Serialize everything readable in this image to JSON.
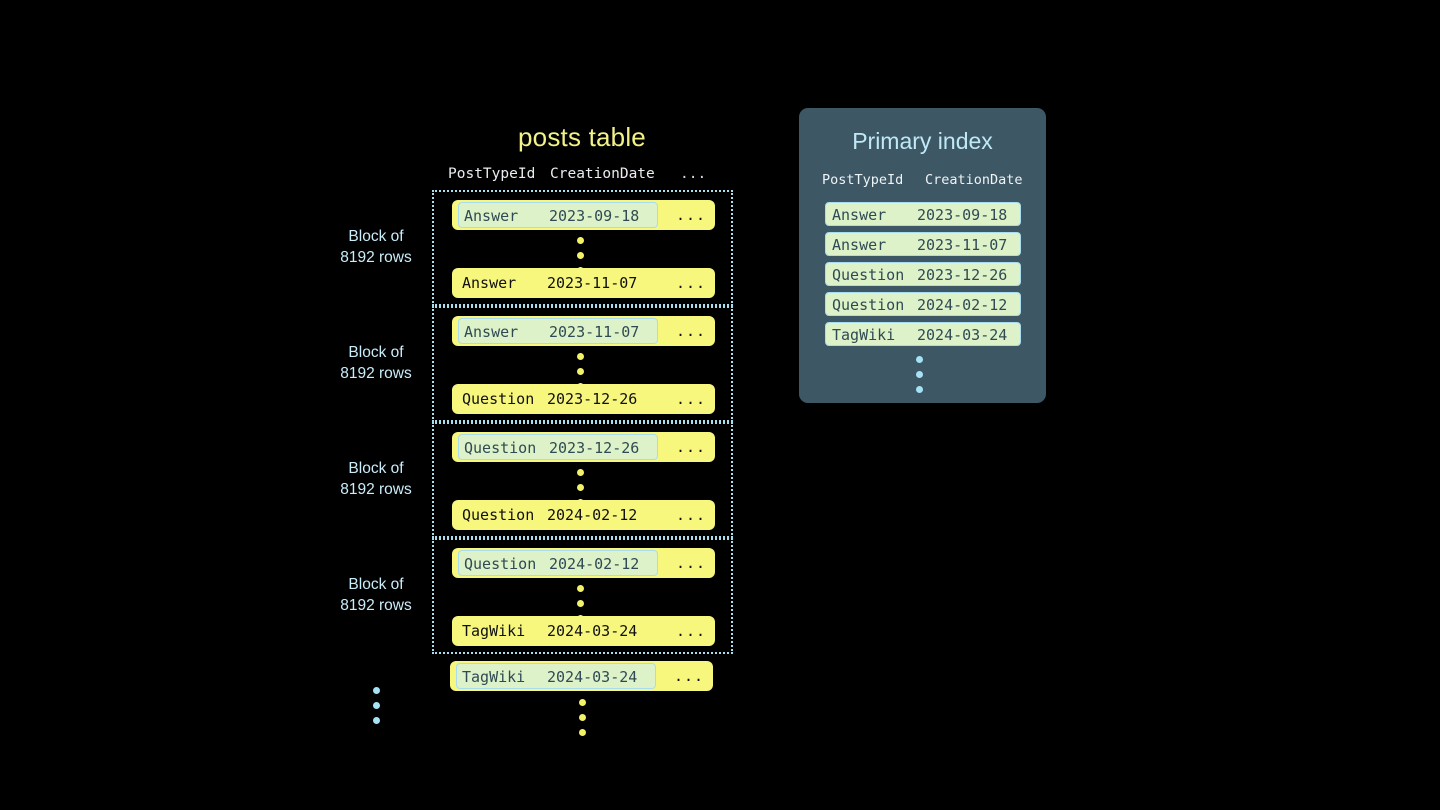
{
  "theme": {
    "background": "#000000",
    "row_yellow": "#f7f77e",
    "chip_green": "#ddf2c8",
    "chip_border_blue": "#a9dcee",
    "panel_slate": "#3e5764",
    "title_yellow": "#f2f288",
    "label_blue": "#c9edfa",
    "dot_yellow": "#f2f26a",
    "dot_blue": "#a5e2f5"
  },
  "posts_table": {
    "title": "posts table",
    "columns": {
      "post_type_id": "PostTypeId",
      "creation_date": "CreationDate",
      "more": "..."
    },
    "block_label": "Block of\n8192 rows",
    "block_label_line1": "Block of",
    "block_label_line2": "8192 rows",
    "blocks": [
      {
        "label_line1": "Block of",
        "label_line2": "8192 rows",
        "first_row": {
          "post_type_id": "Answer",
          "creation_date": "2023-09-18",
          "more": "...",
          "highlighted": true
        },
        "last_row": {
          "post_type_id": "Answer",
          "creation_date": "2023-11-07",
          "more": "...",
          "highlighted": false
        }
      },
      {
        "label_line1": "Block of",
        "label_line2": "8192 rows",
        "first_row": {
          "post_type_id": "Answer",
          "creation_date": "2023-11-07",
          "more": "...",
          "highlighted": true
        },
        "last_row": {
          "post_type_id": "Question",
          "creation_date": "2023-12-26",
          "more": "...",
          "highlighted": false
        }
      },
      {
        "label_line1": "Block of",
        "label_line2": "8192 rows",
        "first_row": {
          "post_type_id": "Question",
          "creation_date": "2023-12-26",
          "more": "...",
          "highlighted": true
        },
        "last_row": {
          "post_type_id": "Question",
          "creation_date": "2024-02-12",
          "more": "...",
          "highlighted": false
        }
      },
      {
        "label_line1": "Block of",
        "label_line2": "8192 rows",
        "first_row": {
          "post_type_id": "Question",
          "creation_date": "2024-02-12",
          "more": "...",
          "highlighted": true
        },
        "last_row": {
          "post_type_id": "TagWiki",
          "creation_date": "2024-03-24",
          "more": "...",
          "highlighted": false
        }
      }
    ],
    "trailing_row": {
      "post_type_id": "TagWiki",
      "creation_date": "2024-03-24",
      "more": "...",
      "highlighted": true
    }
  },
  "primary_index": {
    "title": "Primary index",
    "columns": {
      "post_type_id": "PostTypeId",
      "creation_date": "CreationDate"
    },
    "entries": [
      {
        "post_type_id": "Answer",
        "creation_date": "2023-09-18"
      },
      {
        "post_type_id": "Answer",
        "creation_date": "2023-11-07"
      },
      {
        "post_type_id": "Question",
        "creation_date": "2023-12-26"
      },
      {
        "post_type_id": "Question",
        "creation_date": "2024-02-12"
      },
      {
        "post_type_id": "TagWiki",
        "creation_date": "2024-03-24"
      }
    ]
  }
}
